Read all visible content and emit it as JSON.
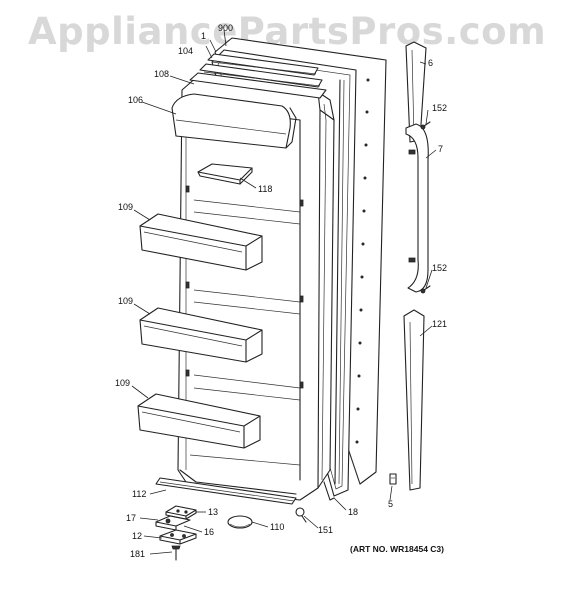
{
  "watermark": "AppliancePartsPros.com",
  "art_number": "(ART NO. WR18454 C3)",
  "callouts": {
    "c900": "900",
    "c104": "104",
    "c1x": "1",
    "c108": "108",
    "c106": "106",
    "c6": "6",
    "c152a": "152",
    "c7": "7",
    "c118": "118",
    "c109a": "109",
    "c152b": "152",
    "c109b": "109",
    "c121": "121",
    "c109c": "109",
    "c112": "112",
    "c13": "13",
    "c17": "17",
    "c16": "16",
    "c12": "12",
    "c181": "181",
    "c110": "110",
    "c151": "151",
    "c18": "18",
    "c5": "5"
  }
}
